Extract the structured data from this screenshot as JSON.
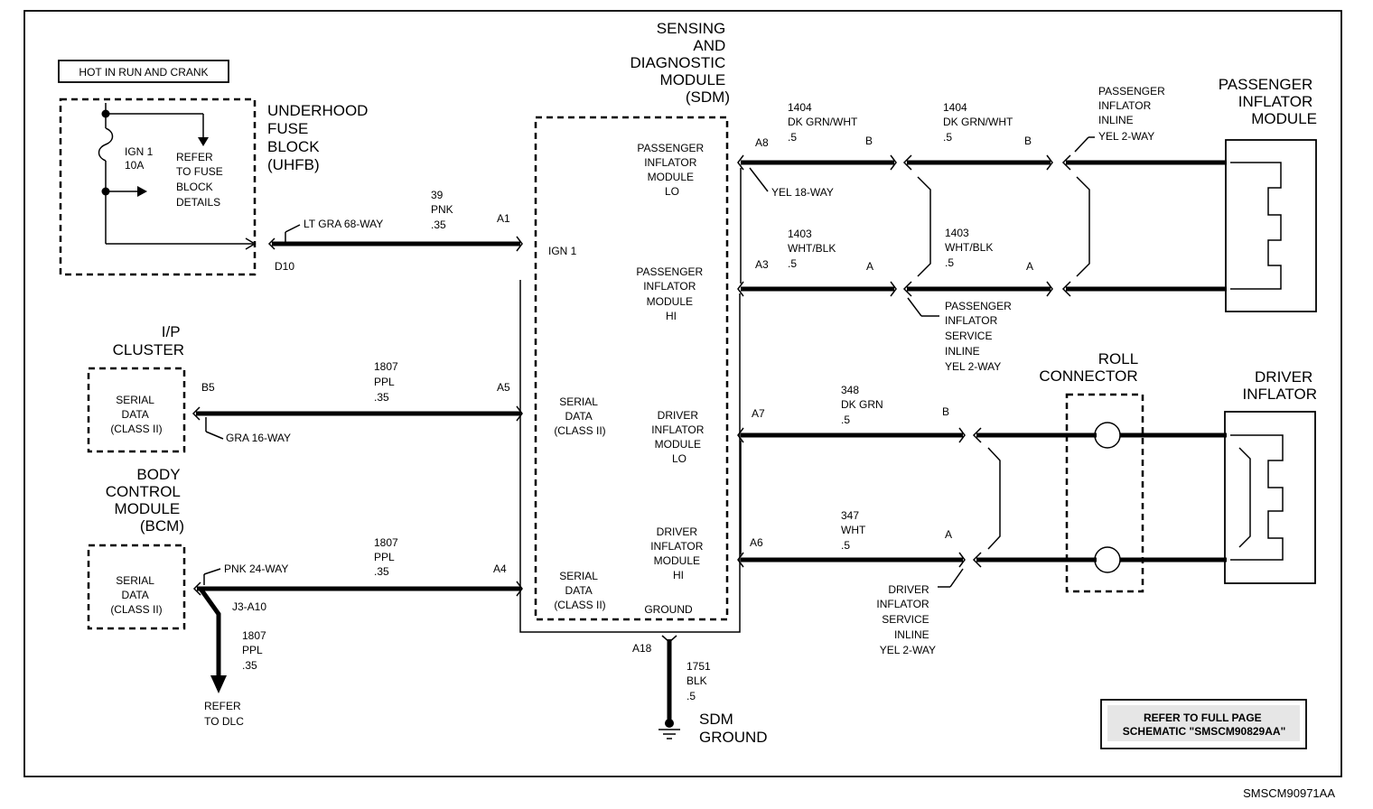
{
  "hot_label": "HOT IN RUN AND CRANK",
  "uhfb": {
    "title": [
      "UNDERHOOD",
      "FUSE",
      "BLOCK",
      "(UHFB)"
    ],
    "fuse": [
      "IGN 1",
      "10A"
    ],
    "refer": [
      "REFER",
      "TO FUSE",
      "BLOCK",
      "DETAILS"
    ]
  },
  "sdm": {
    "title": [
      "SENSING",
      "AND",
      "DIAGNOSTIC",
      "MODULE",
      "(SDM)"
    ],
    "ign1": "IGN 1",
    "serial_data_1": [
      "SERIAL",
      "DATA",
      "(CLASS II)"
    ],
    "serial_data_2": [
      "SERIAL",
      "DATA",
      "(CLASS II)"
    ],
    "pass_lo": [
      "PASSENGER",
      "INFLATOR",
      "MODULE",
      "LO"
    ],
    "pass_hi": [
      "PASSENGER",
      "INFLATOR",
      "MODULE",
      "HI"
    ],
    "drv_lo": [
      "DRIVER",
      "INFLATOR",
      "MODULE",
      "LO"
    ],
    "drv_hi": [
      "DRIVER",
      "INFLATOR",
      "MODULE",
      "HI"
    ],
    "ground": "GROUND",
    "pins": {
      "a1": "A1",
      "a5": "A5",
      "a4": "A4",
      "a8": "A8",
      "a3": "A3",
      "a7": "A7",
      "a6": "A6",
      "a18": "A18"
    }
  },
  "ip_cluster": {
    "title": [
      "I/P",
      "CLUSTER"
    ],
    "box": [
      "SERIAL",
      "DATA",
      "(CLASS II)"
    ],
    "pin": "B5",
    "connector": "GRA 16-WAY"
  },
  "bcm": {
    "title": [
      "BODY",
      "CONTROL",
      "MODULE",
      "(BCM)"
    ],
    "box": [
      "SERIAL",
      "DATA",
      "(CLASS II)"
    ],
    "connector": "PNK 24-WAY",
    "splice": "J3-A10"
  },
  "wires": {
    "ign": [
      "39",
      "PNK",
      ".35"
    ],
    "lt_gra": "LT GRA 68-WAY",
    "d10": "D10",
    "ip_data": [
      "1807",
      "PPL",
      ".35"
    ],
    "bcm_data": [
      "1807",
      "PPL",
      ".35"
    ],
    "dlc_data": [
      "1807",
      "PPL",
      ".35"
    ],
    "w1404a": [
      "1404",
      "DK GRN/WHT",
      ".5"
    ],
    "w1404b": [
      "1404",
      "DK GRN/WHT",
      ".5"
    ],
    "w1403a": [
      "1403",
      "WHT/BLK",
      ".5"
    ],
    "w1403b": [
      "1403",
      "WHT/BLK",
      ".5"
    ],
    "w348": [
      "348",
      "DK GRN",
      ".5"
    ],
    "w347": [
      "347",
      "WHT",
      ".5"
    ],
    "w1751": [
      "1751",
      "BLK",
      ".5"
    ]
  },
  "pins_misc": {
    "b1": "B",
    "a1": "A",
    "b2": "B",
    "a2": "A",
    "b3": "B",
    "a3": "A"
  },
  "yel18": "YEL 18-WAY",
  "refer_dlc": [
    "REFER",
    "TO DLC"
  ],
  "passenger_inline": [
    "PASSENGER",
    "INFLATOR",
    "INLINE",
    "YEL 2-WAY"
  ],
  "passenger_service": [
    "PASSENGER",
    "INFLATOR",
    "SERVICE",
    "INLINE",
    "YEL 2-WAY"
  ],
  "driver_service": [
    "DRIVER",
    "INFLATOR",
    "SERVICE",
    "INLINE",
    "YEL 2-WAY"
  ],
  "passenger_module": [
    "PASSENGER",
    "INFLATOR",
    "MODULE"
  ],
  "roll_connector": [
    "ROLL",
    "CONNECTOR"
  ],
  "driver_inflator": [
    "DRIVER",
    "INFLATOR"
  ],
  "sdm_ground": [
    "SDM",
    "GROUND"
  ],
  "refer_full": [
    "REFER TO FULL PAGE",
    "SCHEMATIC \"SMSCM90829AA\""
  ],
  "figure_id": "SMSCM90971AA"
}
